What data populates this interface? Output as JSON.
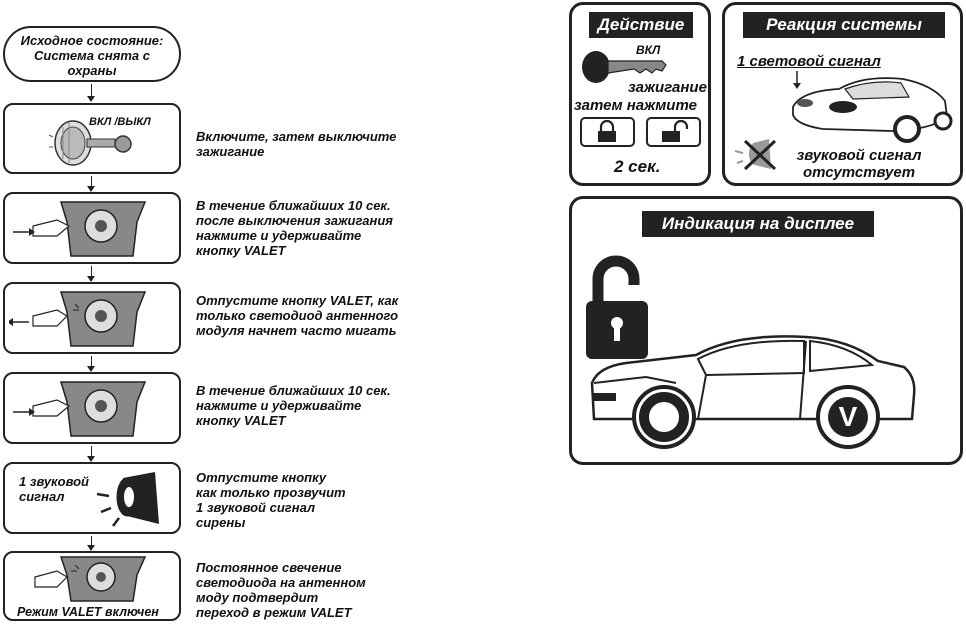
{
  "flow": {
    "start": {
      "line1": "Исходное состояние:",
      "line2": "Система снята с",
      "line3": "охраны"
    },
    "step1": {
      "device_label": "ВКЛ /ВЫКЛ",
      "line1": "Включите, затем выключите",
      "line2": "зажигание"
    },
    "step2": {
      "line1": "В течение ближайших 10 сек.",
      "line2": "после выключения зажигания",
      "line3": "нажмите и удерживайте",
      "line4": "кнопку VALET"
    },
    "step3": {
      "line1": "Отпустите кнопку VALET, как",
      "line2": "только светодиод антенного",
      "line3": "модуля начнет часто мигать"
    },
    "step4": {
      "line1": "В течение ближайших 10 сек.",
      "line2": "нажмите и удерживайте",
      "line3": "кнопку VALET"
    },
    "step5": {
      "box_line1": "1 звуковой",
      "box_line2": "сигнал",
      "line1": "Отпустите кнопку",
      "line2": "как только прозвучит",
      "line3": "1 звуковой сигнал",
      "line4": "сирены"
    },
    "step6": {
      "box_label": "Режим VALET включен",
      "line1": "Постоянное свечение",
      "line2": "светодиода на антенном",
      "line3": "моду подтвердит",
      "line4": "переход в режим VALET"
    }
  },
  "action_panel": {
    "title": "Действие",
    "key_label": "ВКЛ",
    "line1": "зажигание",
    "line2": "затем нажмите",
    "duration": "2 сек."
  },
  "reaction_panel": {
    "title": "Реакция системы",
    "light_signal": "1 световой сигнал",
    "sound_line1": "звуковой сигнал",
    "sound_line2": "отсутствует"
  },
  "display_panel": {
    "title": "Индикация на дисплее",
    "badge": "V"
  }
}
